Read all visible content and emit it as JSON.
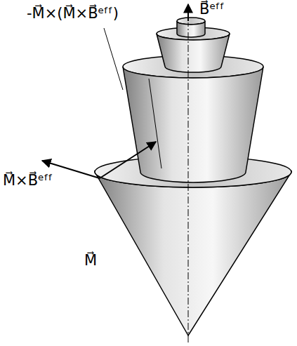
{
  "diagram": {
    "labels": [
      "B⃗ᵉᶠᶠ",
      "-M⃗×(M⃗×B⃗ᵉᶠᶠ)",
      "M⃗×B⃗ᵉᶠᶠ",
      "M⃗"
    ]
  }
}
